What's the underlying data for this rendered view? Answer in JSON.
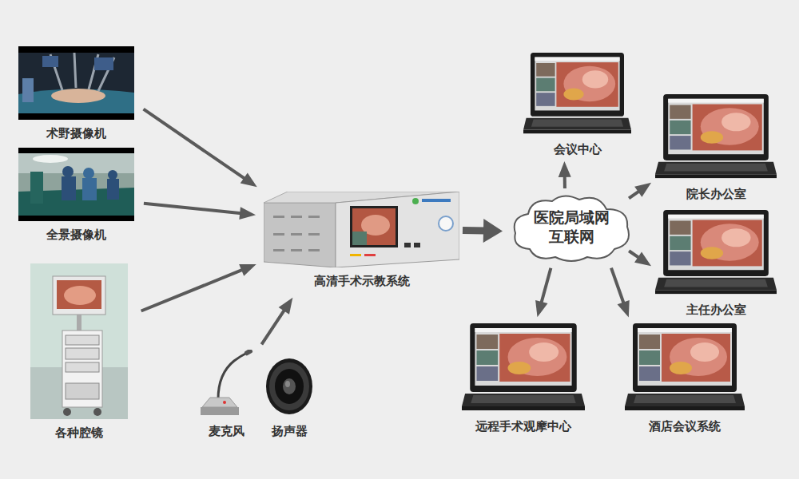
{
  "diagram": {
    "nodes": [
      {
        "text": [
          "术野摄像机"
        ]
      },
      {
        "text": [
          "全景摄像机"
        ]
      },
      {
        "text": [
          "各种腔镜"
        ]
      },
      {
        "text": [
          "高清手术示教系统"
        ]
      },
      {
        "text": [
          "麦克风"
        ]
      },
      {
        "text": [
          "扬声器"
        ]
      },
      {
        "text": [
          "医院局域网 互联网"
        ]
      },
      {
        "text": [
          "会议中心"
        ]
      },
      {
        "text": [
          "院长办公室"
        ]
      },
      {
        "text": [
          "主任办公室"
        ]
      },
      {
        "text": [
          "远程手术观摩中心"
        ]
      },
      {
        "text": [
          "酒店会议系统"
        ]
      }
    ],
    "edges": [
      {
        "from": 0,
        "to": 3,
        "arrow": "to"
      },
      {
        "from": 1,
        "to": 3,
        "arrow": "to"
      },
      {
        "from": 2,
        "to": 3,
        "arrow": "to"
      },
      {
        "from": 4,
        "to": 3,
        "arrow": "to"
      },
      {
        "from": 3,
        "to": 6,
        "arrow": "to"
      },
      {
        "from": 6,
        "to": 7,
        "arrow": "to"
      },
      {
        "from": 6,
        "to": 8,
        "arrow": "to"
      },
      {
        "from": 6,
        "to": 9,
        "arrow": "to"
      },
      {
        "from": 6,
        "to": 10,
        "arrow": "to"
      },
      {
        "from": 6,
        "to": 11,
        "arrow": "to"
      }
    ]
  }
}
